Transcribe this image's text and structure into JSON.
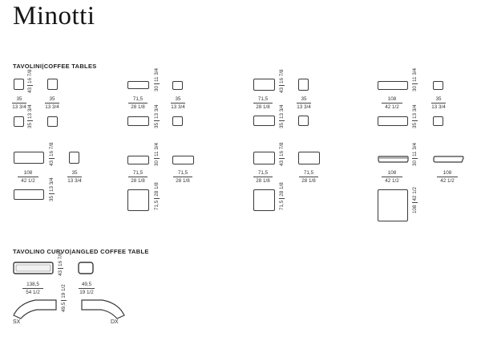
{
  "brand": "Minotti",
  "sections": {
    "coffee": {
      "title_it": "TAVOLINI",
      "sep": "|",
      "title_en": "COFFEE TABLES"
    },
    "angled": {
      "title_it": "TAVOLINO CURVO",
      "sep": "|",
      "title_en": "ANGLED COFFEE TABLE"
    }
  },
  "dims": {
    "d35": {
      "cm": "35",
      "in": "13 3/4"
    },
    "d43": {
      "cm": "43",
      "in": "16 7/8"
    },
    "d30": {
      "cm": "30",
      "in": "11 3/4"
    },
    "d715": {
      "cm": "71,5",
      "in": "28 1/8"
    },
    "d108": {
      "cm": "108",
      "in": "42 1/2"
    },
    "d1385": {
      "cm": "138,5",
      "in": "54 1/2"
    },
    "d495": {
      "cm": "49,5",
      "in": "19 1/2"
    }
  },
  "labels": {
    "sx": "SX",
    "dx": "DX"
  }
}
